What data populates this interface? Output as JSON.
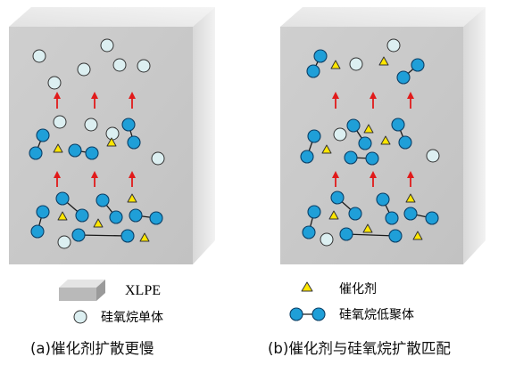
{
  "panels": [
    {
      "id": "a",
      "caption": "(a)催化剂扩散更慢"
    },
    {
      "id": "b",
      "caption": "(b)催化剂与硅氧烷扩散匹配"
    }
  ],
  "legend": {
    "xlpe_label": "XLPE",
    "monomer_label": "硅氧烷单体",
    "catalyst_label": "催化剂",
    "oligomer_label": "硅氧烷低聚体"
  },
  "colors": {
    "block_front": "#c8c8c8",
    "block_side": "#dcdcdc",
    "block_top": "#e6e6e6",
    "monomer_fill": "#dceff1",
    "oligomer_fill": "#1f9fd8",
    "catalyst_fill": "#ffe600",
    "arrow": "#e11a1a"
  },
  "icons": {
    "monomer": "light-cyan-circle-icon",
    "oligomer": "blue-linked-circles-icon",
    "catalyst": "yellow-triangle-icon",
    "diffusion_arrow": "red-up-arrow-icon"
  }
}
